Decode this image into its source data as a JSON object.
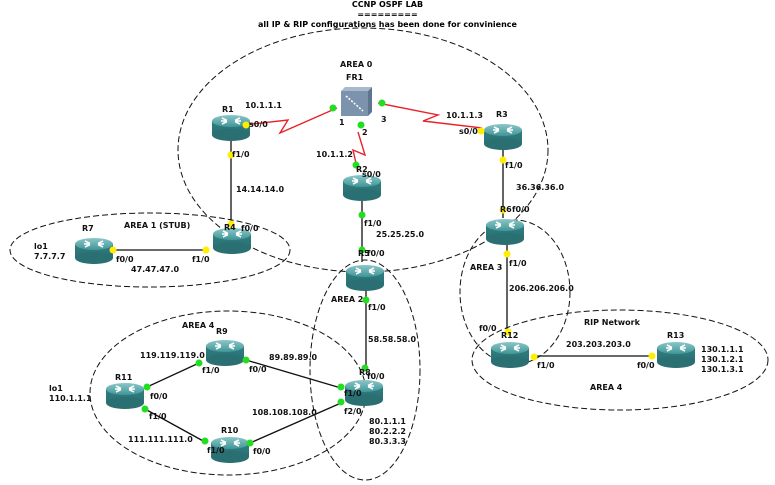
{
  "header": {
    "title": "CCNP OSPF LAB",
    "underline": "=========",
    "subtitle": "all IP & RIP configurations has been done for convinience"
  },
  "colors": {
    "router_top": "#4fa3a5",
    "router_body": "#2f7f82",
    "serial_link": "#e8232b",
    "ethernet_link": "#111111",
    "port_up_green": "#22dd22",
    "port_yellow": "#ffee00",
    "switch_face": "#7b93ad"
  },
  "areas": [
    {
      "id": "area0",
      "label": "AREA 0"
    },
    {
      "id": "area1",
      "label": "AREA 1 (STUB)"
    },
    {
      "id": "area2",
      "label": "AREA 2"
    },
    {
      "id": "area3",
      "label": "AREA 3"
    },
    {
      "id": "area4-left",
      "label": "AREA 4"
    },
    {
      "id": "rip",
      "label": "RIP Network"
    },
    {
      "id": "area4-right",
      "label": "AREA 4"
    }
  ],
  "devices": {
    "fr1": {
      "name": "FR1",
      "ports": [
        "1",
        "2",
        "3"
      ]
    },
    "r1": {
      "name": "R1"
    },
    "r2": {
      "name": "R2"
    },
    "r3": {
      "name": "R3"
    },
    "r4": {
      "name": "R4"
    },
    "r5": {
      "name": "R5"
    },
    "r6": {
      "name": "R6"
    },
    "r7": {
      "name": "R7",
      "loopback_name": "lo1",
      "loopback_ip": "7.7.7.7"
    },
    "r8": {
      "name": "R8",
      "loopbacks": [
        "80.1.1.1",
        "80.2.2.2",
        "80.3.3.3"
      ]
    },
    "r9": {
      "name": "R9"
    },
    "r10": {
      "name": "R10"
    },
    "r11": {
      "name": "R11",
      "loopback_name": "lo1",
      "loopback_ip": "110.1.1.1"
    },
    "r12": {
      "name": "R12"
    },
    "r13": {
      "name": "R13",
      "loopbacks": [
        "130.1.1.1",
        "130.1.2.1",
        "130.1.3.1"
      ]
    }
  },
  "links": {
    "r1_fr": {
      "ip": "10.1.1.1",
      "port_a": "s0/0"
    },
    "r2_fr": {
      "ip": "10.1.1.2",
      "port_a": "s0/0"
    },
    "r3_fr": {
      "ip": "10.1.1.3",
      "port_a": "s0/0"
    },
    "r1_r4": {
      "network": "14.14.14.0",
      "port_a": "f1/0",
      "port_b": "f0/0"
    },
    "r2_r5": {
      "network": "25.25.25.0",
      "port_a": "f1/0",
      "port_b": "f0/0"
    },
    "r3_r6": {
      "network": "36.36.36.0",
      "port_a": "f1/0",
      "port_b": "f0/0"
    },
    "r7_r4": {
      "network": "47.47.47.0",
      "port_a": "f0/0",
      "port_b": "f1/0"
    },
    "r5_r8": {
      "network": "58.58.58.0",
      "port_a": "f1/0",
      "port_b": "f0/0"
    },
    "r6_r12": {
      "network": "206.206.206.0",
      "port_a": "f1/0",
      "port_b": "f0/0"
    },
    "r12_r13": {
      "network": "203.203.203.0",
      "port_a": "f1/0",
      "port_b": "f0/0"
    },
    "r9_r8": {
      "network": "89.89.89.0",
      "port_a": "f0/0",
      "port_b": "f1/0"
    },
    "r10_r8": {
      "network": "108.108.108.0",
      "port_a": "f0/0",
      "port_b": "f2/0"
    },
    "r11_r9": {
      "network": "119.119.119.0",
      "port_a": "f0/0",
      "port_b": "f1/0"
    },
    "r11_r10": {
      "network": "111.111.111.0",
      "port_a": "f1/0",
      "port_b": "f1/0"
    }
  }
}
